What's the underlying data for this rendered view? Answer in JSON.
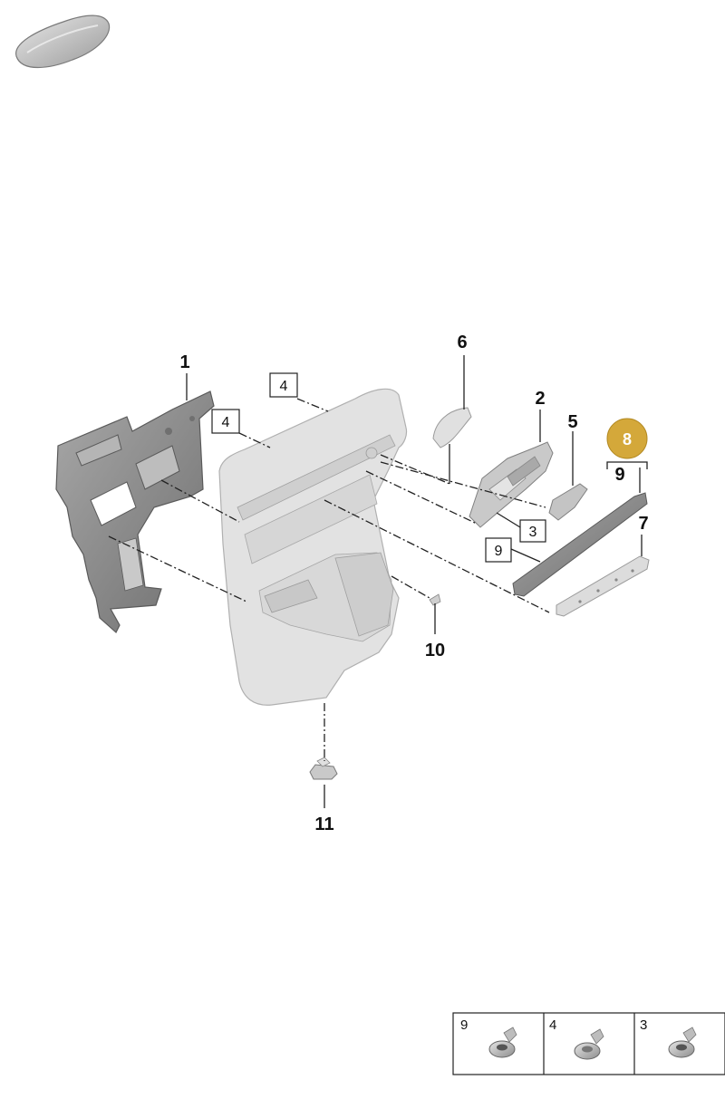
{
  "callouts": {
    "c1": "1",
    "c2": "2",
    "c5": "5",
    "c6": "6",
    "c7": "7",
    "c8": "8",
    "c9": "9",
    "c10": "10",
    "c11": "11"
  },
  "boxed_labels": {
    "b4a": "4",
    "b4b": "4",
    "b3": "3",
    "b9": "9"
  },
  "fastener_table": {
    "cells": [
      {
        "label": "9",
        "icon": "torx-screw-icon"
      },
      {
        "label": "4",
        "icon": "torx-screw-icon"
      },
      {
        "label": "3",
        "icon": "torx-screw-icon"
      }
    ]
  },
  "colors": {
    "highlight": "#D4A83A",
    "part_fill": "#d9d9d9",
    "part_dark": "#8c8c8c"
  }
}
